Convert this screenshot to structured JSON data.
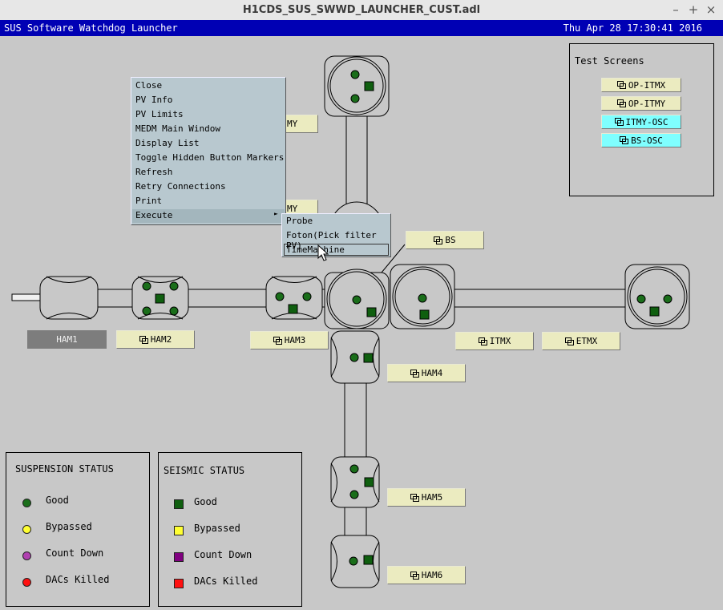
{
  "window": {
    "title": "H1CDS_SUS_SWWD_LAUNCHER_CUST.adl",
    "min": "–",
    "max": "+",
    "close": "×"
  },
  "header": {
    "app_title": "SUS Software Watchdog Launcher",
    "datetime": "Thu Apr 28 17:30:41 2016"
  },
  "chambers": {
    "ham1": "HAM1",
    "ham2": "HAM2",
    "ham3": "HAM3",
    "ham4": "HAM4",
    "ham5": "HAM5",
    "ham6": "HAM6",
    "bs": "BS",
    "itmx": "ITMX",
    "etmx": "ETMX",
    "ham3_partial": "MY",
    "bs_partial": "MY"
  },
  "test_screens": {
    "title": "Test Screens",
    "items": [
      "OP-ITMX",
      "OP-ITMY",
      "ITMY-OSC",
      "BS-OSC"
    ]
  },
  "suspension_status": {
    "title": "SUSPENSION STATUS",
    "items": [
      {
        "label": "Good",
        "color": "#1a6e1a"
      },
      {
        "label": "Bypassed",
        "color": "#ffff33"
      },
      {
        "label": "Count Down",
        "color": "#b040b0"
      },
      {
        "label": "DACs Killed",
        "color": "#ff1010"
      }
    ]
  },
  "seismic_status": {
    "title": "SEISMIC STATUS",
    "items": [
      {
        "label": "Good",
        "color": "#0f5f0f"
      },
      {
        "label": "Bypassed",
        "color": "#ffff33"
      },
      {
        "label": "Count Down",
        "color": "#800080"
      },
      {
        "label": "DACs Killed",
        "color": "#ff1010"
      }
    ]
  },
  "context_menu": {
    "items": [
      "Close",
      "PV Info",
      "PV Limits",
      "MEDM Main Window",
      "Display List",
      "Toggle Hidden Button Markers",
      "Refresh",
      "Retry Connections",
      "Print",
      "Execute"
    ],
    "submenu_arrow": "►"
  },
  "submenu": {
    "items": [
      "Probe",
      "Foton(Pick filter PV)",
      "TimeMachine"
    ]
  },
  "colors": {
    "header_bg": "#0000b4",
    "button_bg": "#ebebc0",
    "cyan_button": "#7fffff",
    "good_green": "#1a6e1a",
    "menu_bg": "#b8c8cf"
  }
}
